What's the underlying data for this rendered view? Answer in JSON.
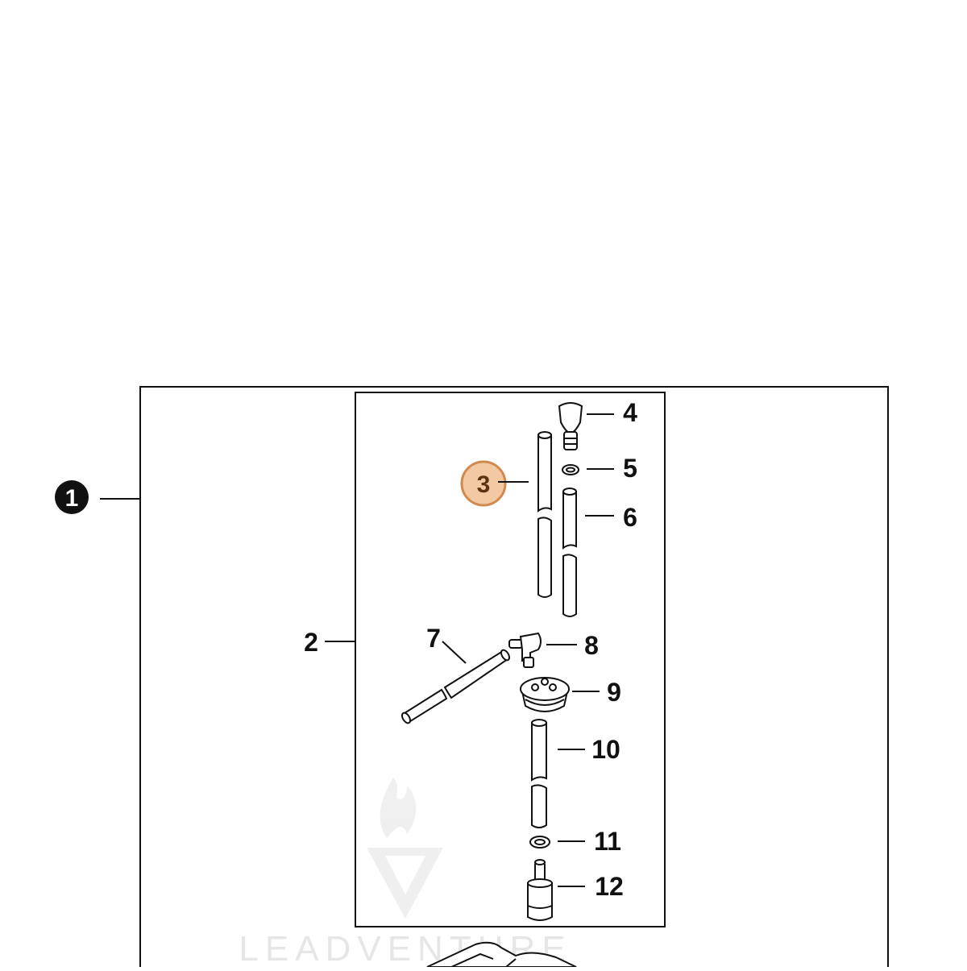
{
  "diagram": {
    "assembly_marker": "1",
    "callouts": {
      "c2": "2",
      "c3": "3",
      "c4": "4",
      "c5": "5",
      "c6": "6",
      "c7": "7",
      "c8": "8",
      "c9": "9",
      "c10": "10",
      "c11": "11",
      "c12": "12"
    },
    "highlighted_callout": "3",
    "watermark": "LEADVENTURE"
  },
  "colors": {
    "line": "#111111",
    "highlight_fill": "#f3c9a4",
    "highlight_stroke": "#d08a4f",
    "highlight_text": "#5a3414",
    "watermark": "#e6e6e6"
  }
}
